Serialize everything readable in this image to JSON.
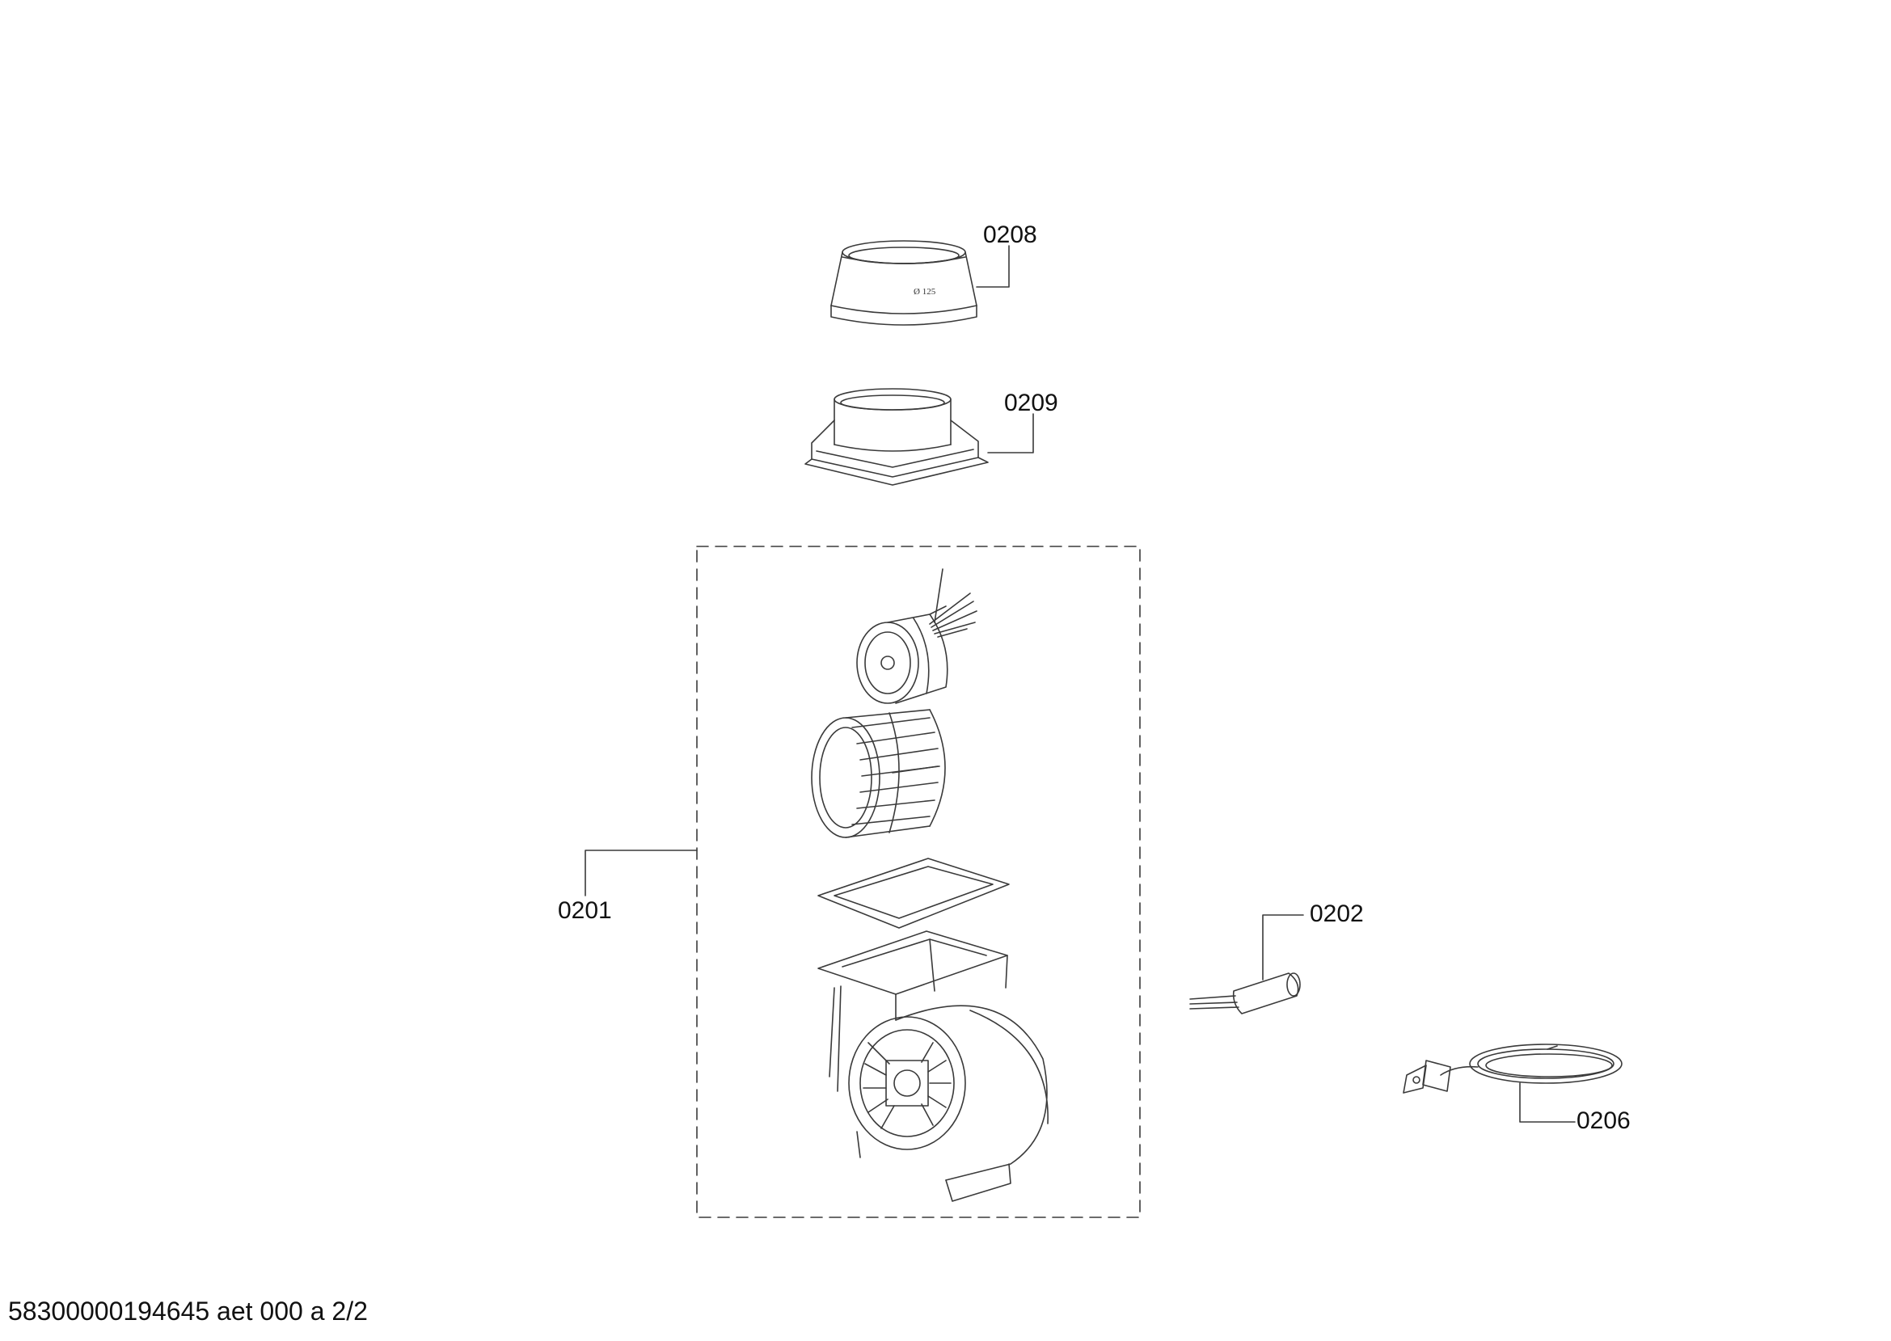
{
  "diagram": {
    "parts": [
      {
        "id": "0208",
        "name": "duct-adapter-ring",
        "marking": "Ø 125"
      },
      {
        "id": "0209",
        "name": "outlet-flange"
      },
      {
        "id": "0201",
        "name": "blower-assembly"
      },
      {
        "id": "0202",
        "name": "capacitor"
      },
      {
        "id": "0206",
        "name": "power-cord-plug"
      }
    ]
  },
  "footer": {
    "document_code": "58300000194645 aet 000 a 2/2"
  },
  "colors": {
    "line": "#3a3a3a",
    "background": "#ffffff"
  }
}
